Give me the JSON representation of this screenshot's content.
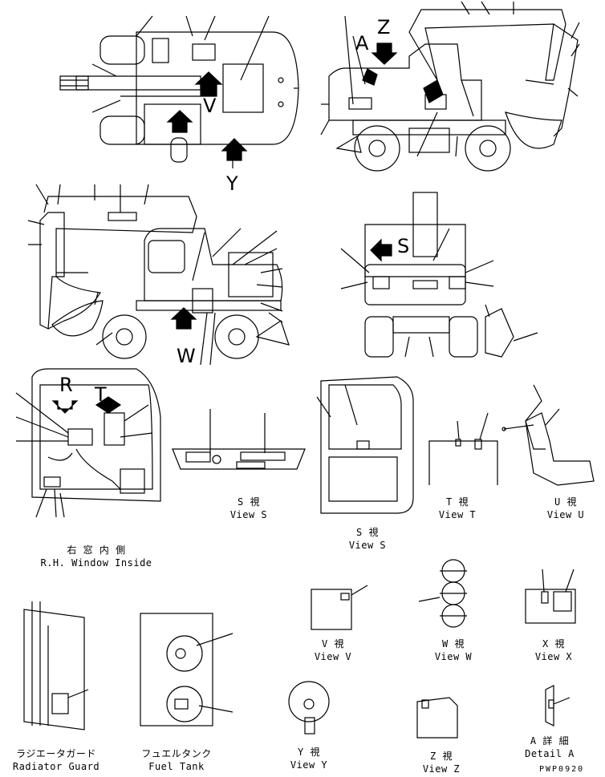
{
  "view_letters": {
    "a": "A",
    "z": "Z",
    "y": "Y",
    "v": "V",
    "w": "W",
    "s": "S",
    "r": "R",
    "t": "T"
  },
  "captions": {
    "view_s_1": {
      "jp": "S 視",
      "en": "View S"
    },
    "view_s_2": {
      "jp": "S 視",
      "en": "View S"
    },
    "view_t": {
      "jp": "T 視",
      "en": "View T"
    },
    "view_u": {
      "jp": "U 視",
      "en": "View U"
    },
    "rh_window": {
      "jp": "右 窓 内 側",
      "en": "R.H. Window Inside"
    },
    "view_v": {
      "jp": "V 視",
      "en": "View V"
    },
    "view_w": {
      "jp": "W 視",
      "en": "View W"
    },
    "view_x": {
      "jp": "X 視",
      "en": "View X"
    },
    "radiator_guard": {
      "jp": "ラジエータガード",
      "en": "Radiator Guard"
    },
    "fuel_tank": {
      "jp": "フュエルタンク",
      "en": "Fuel Tank"
    },
    "view_y": {
      "jp": "Y 視",
      "en": "View Y"
    },
    "view_z": {
      "jp": "Z 視",
      "en": "View Z"
    },
    "detail_a": {
      "jp": "A 詳 細",
      "en": "Detail A"
    }
  },
  "drawing_code": "PWP0920"
}
